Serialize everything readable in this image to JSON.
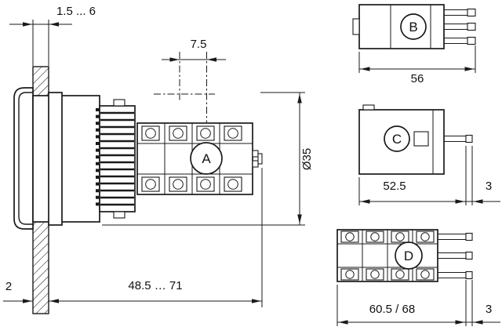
{
  "colors": {
    "line": "#1a1a1a",
    "background": "#ffffff"
  },
  "main_view": {
    "label": "A",
    "dims": {
      "panel_thickness": "1.5 ... 6",
      "actuator_offset": "7.5",
      "diameter": "Ø35",
      "front_clearance": "2",
      "depth_range": "48.5 … 71"
    }
  },
  "view_b": {
    "label": "B",
    "dims": {
      "overall_depth": "56"
    }
  },
  "view_c": {
    "label": "C",
    "dims": {
      "body_depth": "52.5",
      "terminal_length": "3"
    }
  },
  "view_d": {
    "label": "D",
    "dims": {
      "body_depth": "60.5 / 68",
      "terminal_length": "3"
    }
  }
}
